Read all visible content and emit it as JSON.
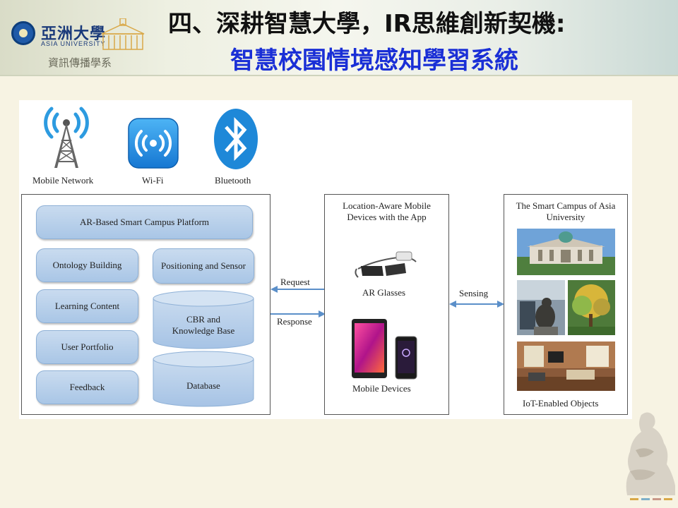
{
  "header": {
    "logo_name": "亞洲大學",
    "logo_sub": "ASIA UNIVERSITY",
    "department": "資訊傳播學系",
    "title_line1": "四、深耕智慧大學，IR思維創新契機:",
    "title_line2": "智慧校園情境感知學習系統"
  },
  "networks": [
    {
      "label": "Mobile Network",
      "icon": "cell-tower-icon"
    },
    {
      "label": "Wi-Fi",
      "icon": "wifi-icon"
    },
    {
      "label": "Bluetooth",
      "icon": "bluetooth-icon"
    }
  ],
  "platform": {
    "title": "AR-Based Smart Campus Platform",
    "left_modules": [
      "Ontology Building",
      "Learning Content",
      "User Portfolio",
      "Feedback"
    ],
    "positioning": "Positioning and Sensor",
    "cbr": "CBR and Knowledge Base",
    "database": "Database"
  },
  "arrows": {
    "request": "Request",
    "response": "Response",
    "sensing": "Sensing"
  },
  "devices": {
    "title": "Location-Aware Mobile Devices with the App",
    "ar_glasses": "AR Glasses",
    "mobile_devices": "Mobile Devices"
  },
  "campus": {
    "title": "The Smart Campus of Asia University",
    "iot": "IoT-Enabled Objects"
  },
  "colors": {
    "title_blue": "#1a2fd6",
    "pill_blue": "#b9d1ec",
    "arrow_blue": "#5b8fc9",
    "network_blue": "#1e88d8"
  }
}
